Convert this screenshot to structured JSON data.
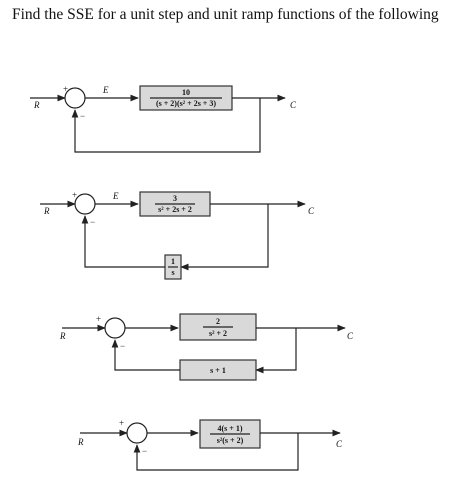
{
  "question": "Find the SSE for a unit step and unit ramp functions of the following",
  "diagrams": [
    {
      "input_label": "R",
      "output_label": "C",
      "error_label": "E",
      "plus_sign": "+",
      "minus_sign": "−",
      "forward": {
        "num": "10",
        "den": "(s + 2)(s² + 2s + 3)"
      }
    },
    {
      "input_label": "R",
      "output_label": "C",
      "error_label": "E",
      "plus_sign": "+",
      "minus_sign": "−",
      "forward": {
        "num": "3",
        "den": "s² + 2s + 2"
      },
      "feedback": {
        "num": "1",
        "den": "s"
      }
    },
    {
      "input_label": "R",
      "output_label": "C",
      "plus_sign": "+",
      "minus_sign": "−",
      "forward": {
        "num": "2",
        "den": "s² + 2"
      },
      "feedback": {
        "text": "s + 1"
      }
    },
    {
      "input_label": "R",
      "output_label": "C",
      "plus_sign": "+",
      "minus_sign": "−",
      "forward": {
        "num": "4(s + 1)",
        "den": "s²(s + 2)"
      }
    }
  ]
}
